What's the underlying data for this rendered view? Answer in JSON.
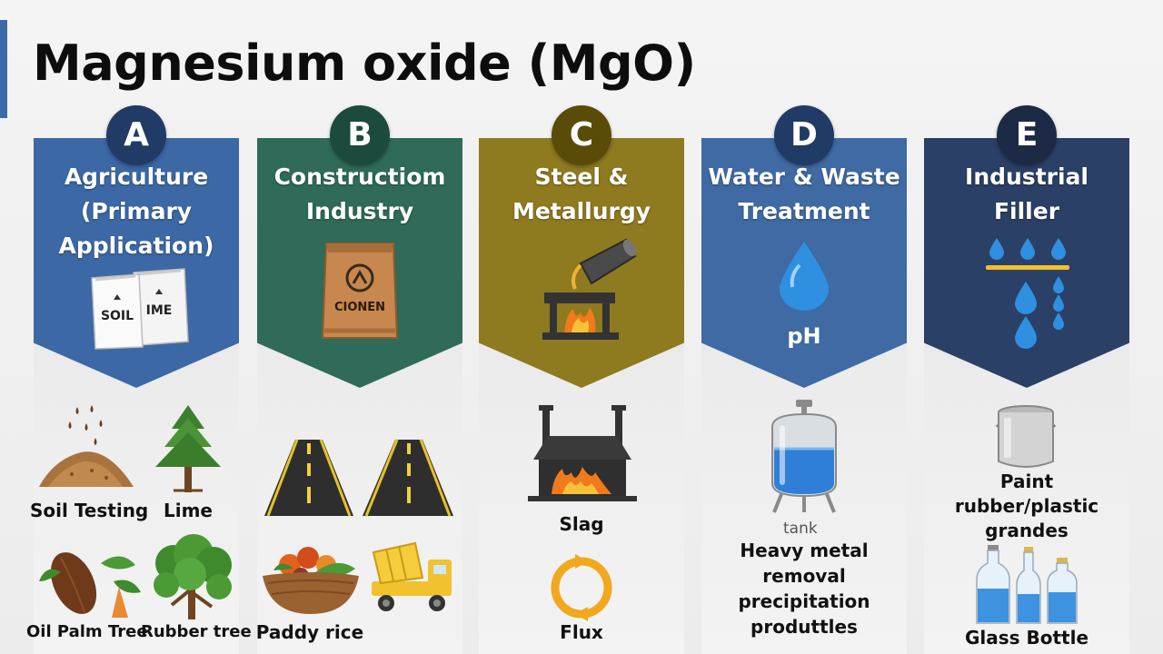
{
  "title": "Magnesium oxide (MgO)",
  "columns": [
    {
      "letter": "A",
      "title_lines": [
        "Agriculture",
        "(Primary",
        "Application)"
      ],
      "banner_bag_labels": [
        "SOIL",
        "IME"
      ],
      "items": [
        "Soil Testing",
        "Lime",
        "Oil Palm Tree",
        "Rubber tree"
      ],
      "color": "#3c68a5"
    },
    {
      "letter": "B",
      "title_lines": [
        "Constructiom",
        "Industry"
      ],
      "banner_bag_label": "CIONEN",
      "items": [
        "Paddy rice"
      ],
      "color": "#2f6b58"
    },
    {
      "letter": "C",
      "title_lines": [
        "Steel &",
        "Metallurgy"
      ],
      "items": [
        "Slag",
        "Flux"
      ],
      "color": "#8e7a1f"
    },
    {
      "letter": "D",
      "title_lines": [
        "Water & Waste",
        "Treatment"
      ],
      "banner_label": "pH",
      "tank_label": "tank",
      "description_lines": [
        "Heavy metal",
        "removal",
        "precipitation",
        "produttles"
      ],
      "color": "#3f6aa3"
    },
    {
      "letter": "E",
      "title_lines": [
        "Industrial",
        "Filler"
      ],
      "description_lines": [
        "Paint",
        "rubber/plastic",
        "grandes"
      ],
      "items": [
        "Glass Bottle"
      ],
      "color": "#2b4066"
    }
  ]
}
